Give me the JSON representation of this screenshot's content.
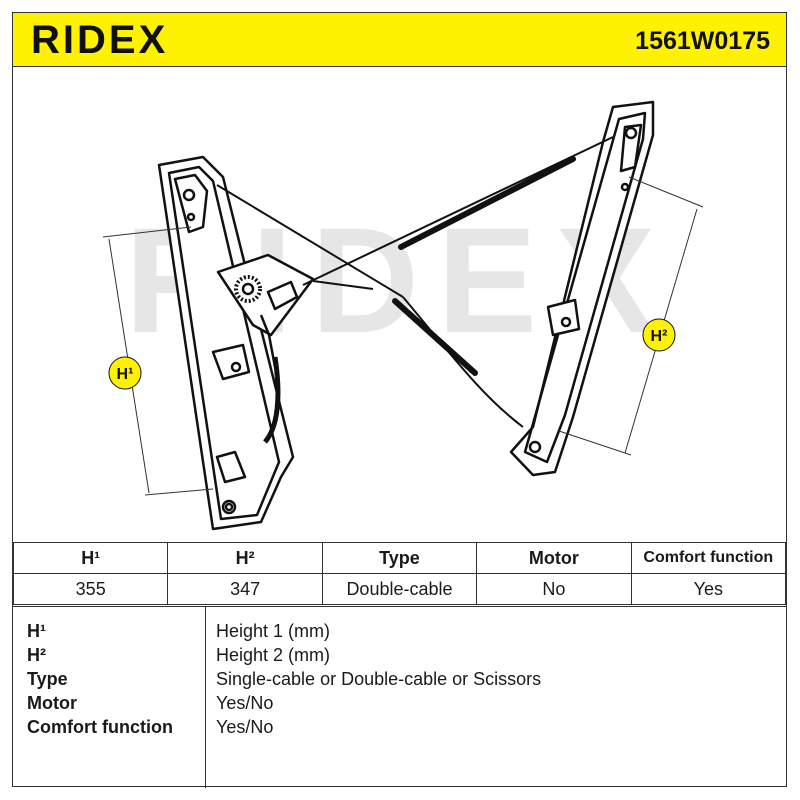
{
  "header": {
    "brand": "RIDEX",
    "part_number": "1561W0175"
  },
  "drawing": {
    "watermark": "RIDEX",
    "badge_h1": "H¹",
    "badge_h2": "H²",
    "accent_color": "#FFF200"
  },
  "specs": {
    "headers": [
      "H¹",
      "H²",
      "Type",
      "Motor",
      "Comfort function"
    ],
    "values": [
      "355",
      "347",
      "Double-cable",
      "No",
      "Yes"
    ]
  },
  "legend": [
    {
      "key": "H¹",
      "desc": "Height 1 (mm)"
    },
    {
      "key": "H²",
      "desc": "Height 2 (mm)"
    },
    {
      "key": "Type",
      "desc": "Single-cable or Double-cable or Scissors"
    },
    {
      "key": "Motor",
      "desc": "Yes/No"
    },
    {
      "key": "Comfort function",
      "desc": "Yes/No"
    }
  ]
}
